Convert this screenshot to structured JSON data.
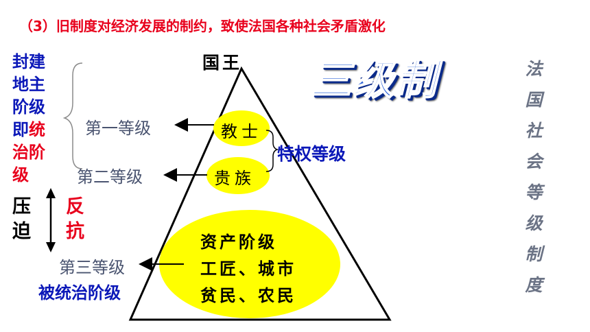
{
  "heading": "（3）旧制度对经济发展的制约，致使法国各种社会矛盾激化",
  "left_block": {
    "lines": [
      {
        "segments": [
          {
            "text": "封建",
            "color": "blue"
          }
        ]
      },
      {
        "segments": [
          {
            "text": "地主",
            "color": "blue"
          }
        ]
      },
      {
        "segments": [
          {
            "text": "阶级",
            "color": "blue"
          }
        ]
      },
      {
        "segments": [
          {
            "text": "即",
            "color": "blue"
          },
          {
            "text": "统",
            "color": "red"
          }
        ]
      },
      {
        "segments": [
          {
            "text": "治阶",
            "color": "red"
          }
        ]
      },
      {
        "segments": [
          {
            "text": "级",
            "color": "red"
          }
        ]
      }
    ]
  },
  "oppress": [
    "压",
    "迫"
  ],
  "resist": [
    "反",
    "抗"
  ],
  "king": "国王",
  "system_title": "三级制",
  "vertical_title": [
    "法",
    "国",
    "社",
    "会",
    "等",
    "级",
    "制",
    "度"
  ],
  "estates": {
    "first": "第一等级",
    "second": "第二等级",
    "third": "第三等级",
    "third_note": "被统治阶级"
  },
  "pyramid": {
    "clergy": "教士",
    "nobility": "贵族",
    "commons": [
      "资产阶级",
      "工匠、城市",
      "贫民、农民"
    ]
  },
  "privileged": "特权等级",
  "colors": {
    "blue": "#0b18b8",
    "red": "#e8001c",
    "grey": "#4a5470",
    "ellipse": "#ffff00",
    "title_blue": "#2e64d8"
  }
}
